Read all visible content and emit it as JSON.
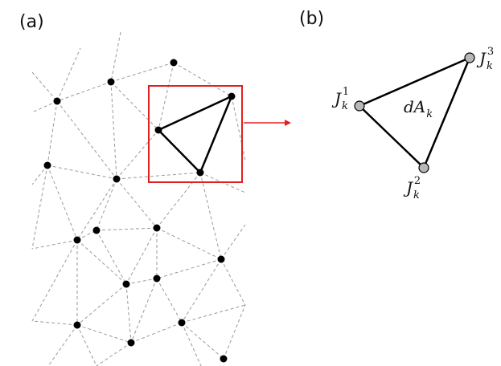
{
  "panels": {
    "a": {
      "label": "(a)"
    },
    "b": {
      "label": "(b)"
    }
  },
  "triangle": {
    "vertices": [
      {
        "base": "J",
        "sub": "k",
        "sup": "1"
      },
      {
        "base": "J",
        "sub": "k",
        "sup": "2"
      },
      {
        "base": "J",
        "sub": "k",
        "sup": "3"
      }
    ],
    "area_label": {
      "base": "dA",
      "sub": "k"
    }
  },
  "colors": {
    "highlight": "#e02020",
    "node": "#000000",
    "zoom_node": "#b8b8b8",
    "mesh_line": "#9a9a9a"
  },
  "icons": [
    "arrow-right-icon"
  ]
}
